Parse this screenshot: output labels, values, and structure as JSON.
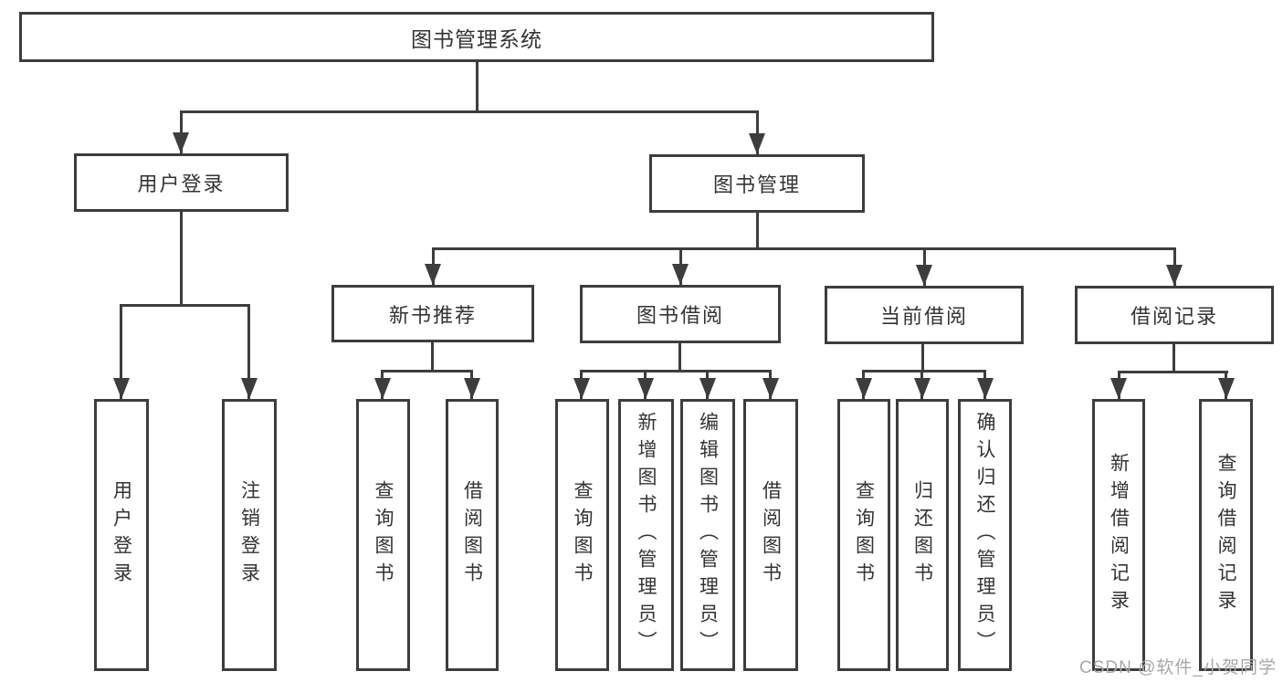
{
  "tree": {
    "label": "图书管理系统",
    "children": [
      {
        "label": "用户登录",
        "children": [
          {
            "label": "用户登录"
          },
          {
            "label": "注销登录"
          }
        ]
      },
      {
        "label": "图书管理",
        "children": [
          {
            "label": "新书推荐",
            "children": [
              {
                "label": "查询图书"
              },
              {
                "label": "借阅图书"
              }
            ]
          },
          {
            "label": "图书借阅",
            "children": [
              {
                "label": "查询图书"
              },
              {
                "label": "新增图书（管理员）"
              },
              {
                "label": "编辑图书（管理员）"
              },
              {
                "label": "借阅图书"
              }
            ]
          },
          {
            "label": "当前借阅",
            "children": [
              {
                "label": "查询图书"
              },
              {
                "label": "归还图书"
              },
              {
                "label": "确认归还（管理员）"
              }
            ]
          },
          {
            "label": "借阅记录",
            "children": [
              {
                "label": "新增借阅记录"
              },
              {
                "label": "查询借阅记录"
              }
            ]
          }
        ]
      }
    ]
  },
  "watermark": "CSDN @软件_小贺同学",
  "colors": {
    "line": "#3d3d3d",
    "text": "#333333",
    "watermark": "#a8a8a8",
    "background": "#ffffff"
  }
}
